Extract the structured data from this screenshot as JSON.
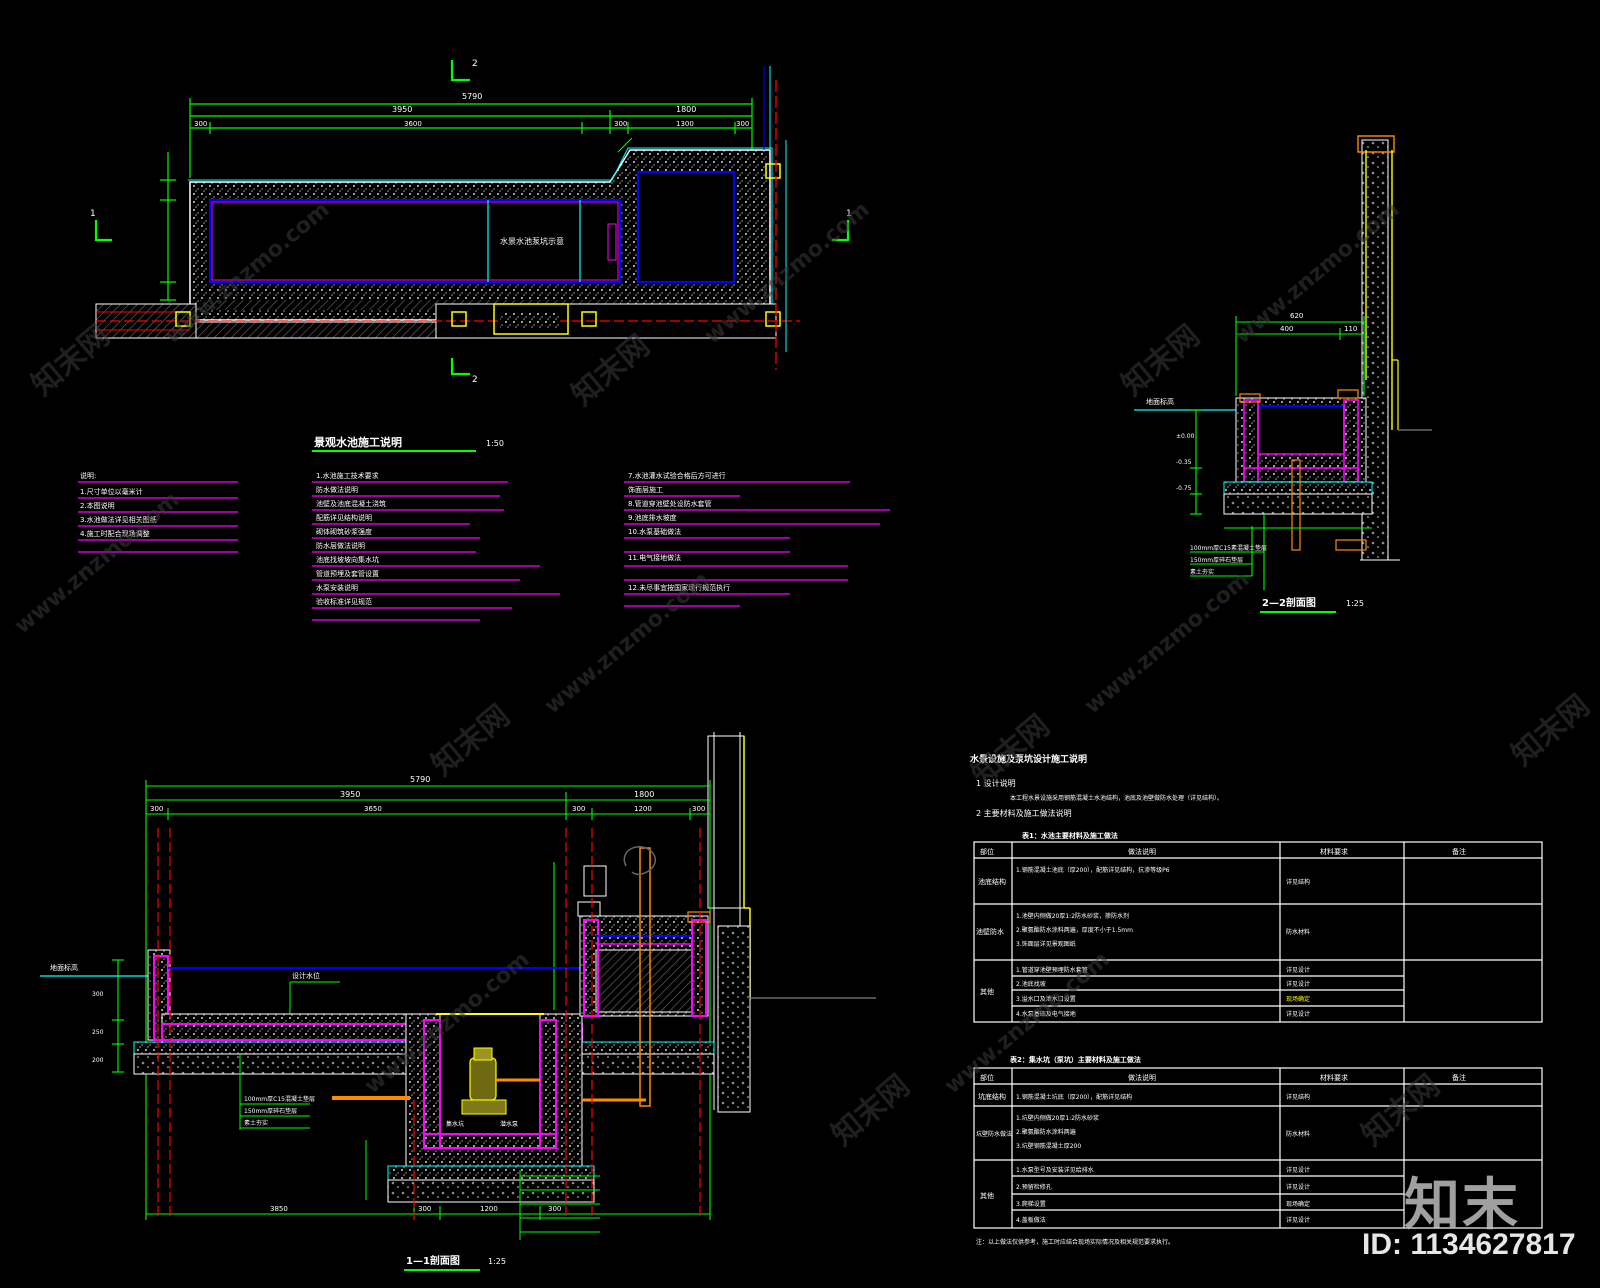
{
  "colors": {
    "background": "#000000",
    "dimension": "#00ff00",
    "wall": "#ffffff",
    "water": "#0000ff",
    "pipe": "#ff0000",
    "note": "#ff00ff",
    "accent": "#ffff00",
    "cyan": "#00ffff",
    "orange": "#ff8c00"
  },
  "plan": {
    "dims_top": [
      "5790",
      "3950",
      "1800"
    ],
    "dims_second": [
      "300",
      "3600",
      "300",
      "1300",
      "300"
    ],
    "section_marks": [
      "2",
      "2",
      "1",
      "1"
    ],
    "room_label": "水景水池泵坑示意"
  },
  "notes": {
    "title": "景观水池施工说明",
    "scale": "1:50",
    "col1": [
      "说明:",
      "1.尺寸单位以毫米计",
      "2.本图说明",
      "3.水池做法详见相关图纸",
      "4.施工时配合现场调整"
    ],
    "col2": [
      "1.水池施工技术要求",
      "防水做法说明",
      "池壁及池底混凝土浇筑",
      "配筋详见结构说明",
      "砌体砌筑砂浆强度",
      "防水层做法说明",
      "池底找坡坡向集水坑",
      "管道预埋及套管设置",
      "水泵安装说明",
      "验收标准详见规范"
    ],
    "col3": [
      "7.水池灌水试验合格后方可进行",
      "饰面层施工",
      "8.管道穿池壁处设防水套管",
      "9.池底排水坡度",
      "10.水泵基础做法",
      "11.电气接地做法",
      "12.未尽事宜按国家现行规范执行"
    ]
  },
  "section_2": {
    "title": "2—2剖面图",
    "scale": "1:25",
    "dims": [
      "620",
      "400",
      "110"
    ],
    "left_labels": [
      "地面标高",
      "±0.00",
      "-0.35",
      "-0.75"
    ],
    "bottom_labels": [
      "100mm厚C15素混凝土垫层",
      "150mm厚碎石垫层",
      "素土夯实"
    ]
  },
  "section_1": {
    "title": "1—1剖面图",
    "scale": "1:25",
    "dims_top": [
      "5790",
      "3950",
      "1800"
    ],
    "dims_second": [
      "300",
      "3650",
      "300",
      "1200",
      "300"
    ],
    "dims_bottom": [
      "3850",
      "300",
      "1200",
      "300"
    ],
    "left_labels": [
      "地面标高",
      "300",
      "250",
      "200"
    ],
    "water_label": "设计水位",
    "bottom_labels": [
      "100mm厚C15混凝土垫层",
      "150mm厚碎石垫层",
      "素土夯实"
    ],
    "pump_labels": [
      "集水坑",
      "潜水泵"
    ]
  },
  "spec": {
    "title": "水景设施及泵坑设计施工说明",
    "item1": "1 设计说明",
    "item1_text": "本工程水景设施采用钢筋混凝土水池结构，池底及池壁做防水处理（详见结构）。",
    "item2": "2 主要材料及施工做法说明",
    "table1": {
      "caption": "表1：水池主要材料及施工做法",
      "headers": [
        "部位",
        "做法说明",
        "材料要求",
        "备注"
      ],
      "rows": [
        {
          "part": "池底结构",
          "text": [
            "1.钢筋混凝土池底（厚200），配筋详见结构，抗渗等级P6"
          ],
          "mat": [
            "详见结构"
          ],
          "note": ""
        },
        {
          "part": "池壁防水",
          "text": [
            "1.池壁内侧做20厚1:2防水砂浆，掺防水剂",
            "2.聚氨酯防水涂料两遍，厚度不小于1.5mm",
            "3.饰面层详见景观图纸"
          ],
          "mat": [
            "防水材料"
          ],
          "note": ""
        },
        {
          "part": "其他",
          "text": [
            "1.管道穿池壁预埋防水套管",
            "2.池底找坡",
            "3.溢水口及泄水口设置",
            "4.水泵基础及电气接地"
          ],
          "mat": [
            "详见设计",
            "详见设计",
            "现场确定",
            "详见设计"
          ],
          "note": ""
        }
      ]
    },
    "table2": {
      "caption": "表2：集水坑（泵坑）主要材料及施工做法",
      "headers": [
        "部位",
        "做法说明",
        "材料要求",
        "备注"
      ],
      "rows": [
        {
          "part": "坑底结构",
          "text": [
            "1.钢筋混凝土坑底（厚200），配筋详见结构"
          ],
          "mat": [
            "详见结构"
          ],
          "note": ""
        },
        {
          "part": "坑壁防水做法",
          "text": [
            "1.坑壁内侧做20厚1:2防水砂浆",
            "2.聚氨酯防水涂料两遍",
            "3.坑壁钢筋混凝土厚200"
          ],
          "mat": [
            "防水材料"
          ],
          "note": ""
        },
        {
          "part": "其他",
          "text": [
            "1.水泵型号及安装详见给排水",
            "2.预留检修孔",
            "3.爬梯设置",
            "4.盖板做法"
          ],
          "mat": [
            "详见设计",
            "详见设计",
            "现场确定",
            "详见设计"
          ],
          "note": ""
        }
      ],
      "footnote": "注：以上做法仅供参考，施工时应结合现场实际情况及相关规范要求执行。"
    }
  },
  "watermark": {
    "brand": "知末",
    "id": "ID: 1134627817",
    "site": [
      "www.znzmo.com",
      "知末网"
    ]
  }
}
